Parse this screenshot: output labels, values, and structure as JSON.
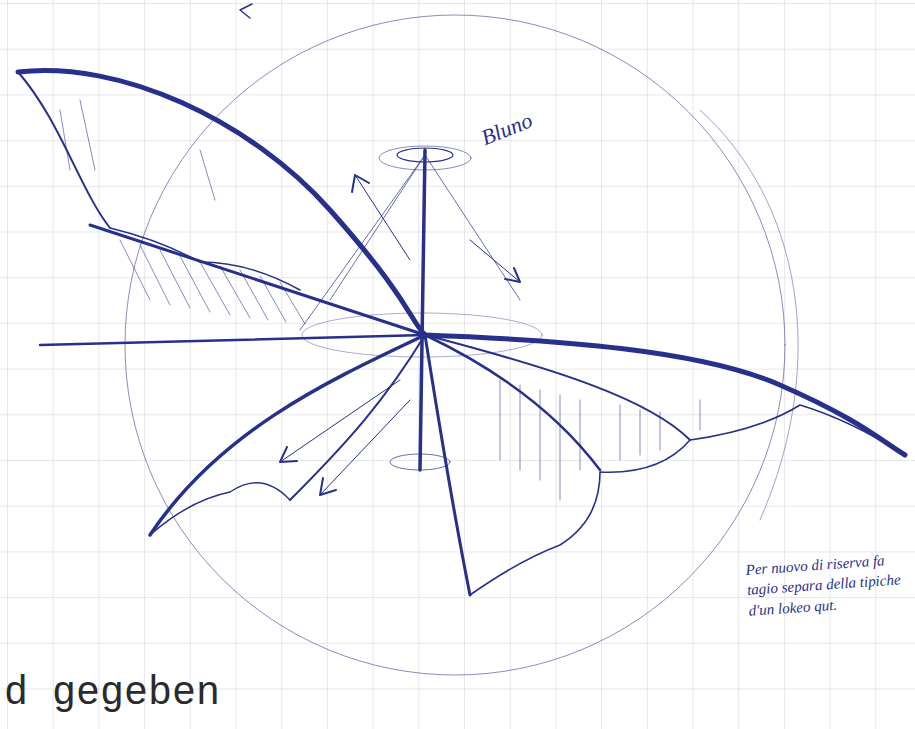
{
  "diagram": {
    "labels": [
      "d gegeben",
      "Bluno",
      "Per nuovo di riserva fa tagio separa della tipiche d'un lokeo qut."
    ]
  }
}
